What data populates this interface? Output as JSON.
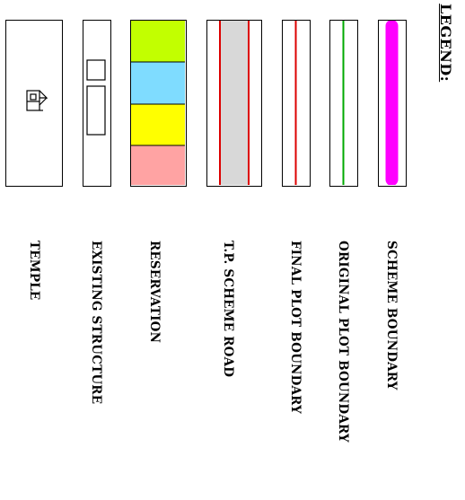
{
  "legend": {
    "title": "LEGEND:",
    "items": [
      {
        "label": "SCHEME BOUNDARY",
        "color": "#ff00ff"
      },
      {
        "label": "ORIGINAL PLOT BOUNDARY",
        "color": "#00aa00"
      },
      {
        "label": "FINAL PLOT BOUNDARY",
        "color": "#dd0000"
      },
      {
        "label": "T.P. SCHEME ROAD",
        "color": "#d8d8d8",
        "edge_color": "#dd0000"
      },
      {
        "label": "RESERVATION",
        "colors": [
          "#c2ff00",
          "#7fdcff",
          "#ffff00",
          "#ffa3a3"
        ]
      },
      {
        "label": "EXISTING STRUCTURE"
      },
      {
        "label": "TEMPLE"
      }
    ]
  }
}
